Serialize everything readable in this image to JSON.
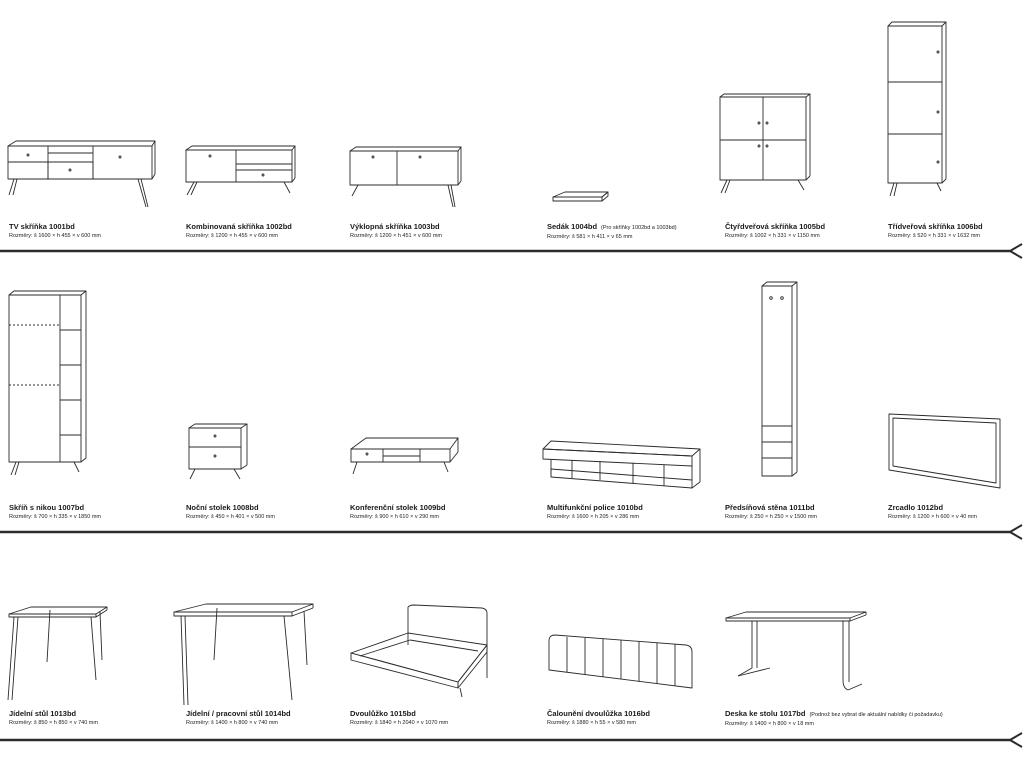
{
  "catalog": {
    "row1": [
      {
        "name": "TV skříňka 1001bd",
        "dims": "Rozměry: š 1600 × h 455 × v 600 mm",
        "note": ""
      },
      {
        "name": "Kombinovaná skříňka 1002bd",
        "dims": "Rozměry: š 1200 × h 455 × v 600 mm",
        "note": ""
      },
      {
        "name": "Výklopná skříňka 1003bd",
        "dims": "Rozměry: š 1200 × h 451 × v 600 mm",
        "note": ""
      },
      {
        "name": "Sedák 1004bd",
        "dims": "Rozměry: š 581 × h 411 × v 65 mm",
        "note": "(Pro skříňky 1002bd a 1003bd)"
      },
      {
        "name": "Čtyřdveřová skříňka 1005bd",
        "dims": "Rozměry: š 1002 × h 331 × v 1150 mm",
        "note": ""
      },
      {
        "name": "Třídveřová skříňka 1006bd",
        "dims": "Rozměry: š 520 × h 331 × v 1632 mm",
        "note": ""
      }
    ],
    "row2": [
      {
        "name": "Skříň s nikou 1007bd",
        "dims": "Rozměry: š 700 × h 335 × v 1850 mm",
        "note": ""
      },
      {
        "name": "Noční stolek 1008bd",
        "dims": "Rozměry: š 450 × h 401 × v 500 mm",
        "note": ""
      },
      {
        "name": "Konferenční stolek 1009bd",
        "dims": "Rozměry: š 900 × h 610 × v 290 mm",
        "note": ""
      },
      {
        "name": "Multifunkční police 1010bd",
        "dims": "Rozměry: š 1600 × h 205 × v 286 mm",
        "note": ""
      },
      {
        "name": "Předsíňová stěna 1011bd",
        "dims": "Rozměry: š 250 × h 250 × v 1500 mm",
        "note": ""
      },
      {
        "name": "Zrcadlo 1012bd",
        "dims": "Rozměry: š 1200 × h 600 × v 40 mm",
        "note": ""
      }
    ],
    "row3": [
      {
        "name": "Jídelní stůl 1013bd",
        "dims": "Rozměry: š 850 × h 850 × v 740 mm",
        "note": ""
      },
      {
        "name": "Jídelní / pracovní stůl 1014bd",
        "dims": "Rozměry: š 1400 × h 800 × v 740 mm",
        "note": ""
      },
      {
        "name": "Dvoulůžko 1015bd",
        "dims": "Rozměry: š 1840 × h 2040 × v 1070 mm",
        "note": ""
      },
      {
        "name": "Čalounění dvoulůžka 1016bd",
        "dims": "Rozměry: š 1880 × h 55 × v 580 mm",
        "note": ""
      },
      {
        "name": "Deska ke stolu 1017bd",
        "dims": "Rozměry: š 1400 × h 800 × v 18 mm",
        "note": "(Podnož bez vybrat dle aktuální nabídky či požadavku)"
      }
    ]
  },
  "colors": {
    "line": "#2b2b2b",
    "text": "#1a1a1a",
    "background": "#ffffff"
  }
}
